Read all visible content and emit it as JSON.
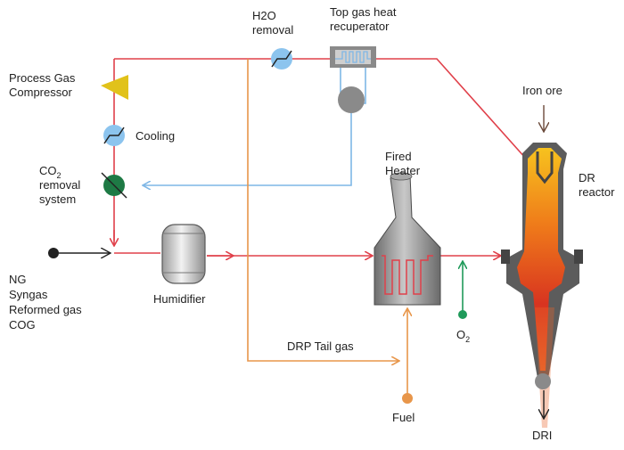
{
  "labels": {
    "h2o_removal": [
      "H2O",
      "removal"
    ],
    "top_gas": [
      "Top gas heat",
      "recuperator"
    ],
    "process_gas": [
      "Process Gas",
      "Compressor"
    ],
    "cooling": "Cooling",
    "co2_removal": {
      "co": "CO",
      "sub": "2",
      "line2": "removal",
      "line3": "system"
    },
    "fired_heater": [
      "Fired",
      "Heater"
    ],
    "iron_ore": "Iron ore",
    "dr_reactor": [
      "DR",
      "reactor"
    ],
    "feed": [
      "NG",
      "Syngas",
      "Reformed gas",
      "COG"
    ],
    "humidifier": "Humidifier",
    "tail_gas": "DRP Tail gas",
    "o2": {
      "o": "O",
      "sub": "2"
    },
    "fuel": "Fuel",
    "dri": "DRI"
  },
  "colors": {
    "red_line": "#e0404a",
    "orange_line": "#e8964a",
    "blue_line": "#7fb7e6",
    "green_line": "#1f9a5a",
    "compressor": "#e1c21a",
    "cooling": "#8cc4ee",
    "co2": "#1e7a45",
    "gray": "#8a8a8a"
  }
}
